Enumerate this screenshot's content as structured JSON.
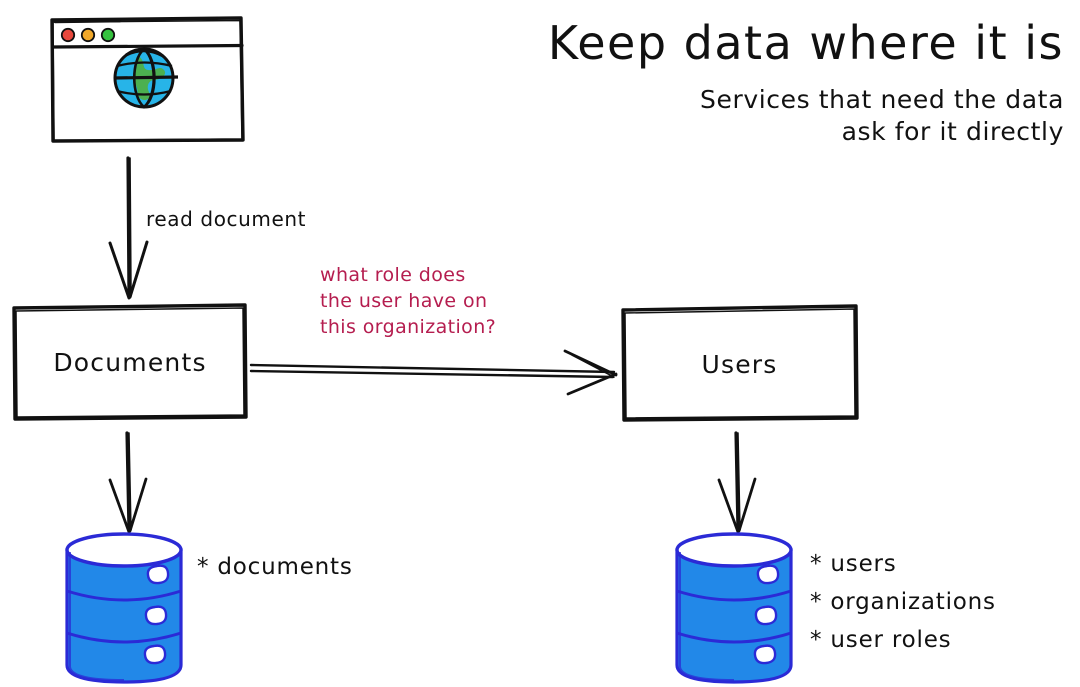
{
  "diagram": {
    "background_color": "#ffffff",
    "ink_color": "#111111",
    "accent_color": "#b51d4f",
    "db_fill_color": "#2288e8",
    "db_stroke_color": "#2b2ad6",
    "globe_water_color": "#27b4e8",
    "globe_land_color": "#4cb050"
  },
  "title": {
    "headline": "Keep data where it is",
    "subline_1": "Services that need the data",
    "subline_2": "ask for it directly"
  },
  "browser": {
    "name": "browser-window",
    "dots": [
      {
        "name": "close-dot",
        "color": "#e8483d"
      },
      {
        "name": "minimize-dot",
        "color": "#f0a82a"
      },
      {
        "name": "maximize-dot",
        "color": "#35c23f"
      }
    ],
    "content_icon": "globe-icon"
  },
  "nodes": [
    {
      "id": "documents",
      "label": "Documents"
    },
    {
      "id": "users",
      "label": "Users"
    }
  ],
  "edges": [
    {
      "id": "browser-to-documents",
      "label": "read document",
      "direction": "down"
    },
    {
      "id": "documents-to-users",
      "label": "what role does\nthe user have on\nthis organization?",
      "direction": "right",
      "accent": true
    },
    {
      "id": "documents-to-db",
      "label": "",
      "direction": "down"
    },
    {
      "id": "users-to-db",
      "label": "",
      "direction": "down"
    }
  ],
  "datastores": [
    {
      "id": "documents-db",
      "name": "documents-database",
      "items": "* documents"
    },
    {
      "id": "users-db",
      "name": "users-database",
      "items": "* users\n* organizations\n* user roles"
    }
  ]
}
